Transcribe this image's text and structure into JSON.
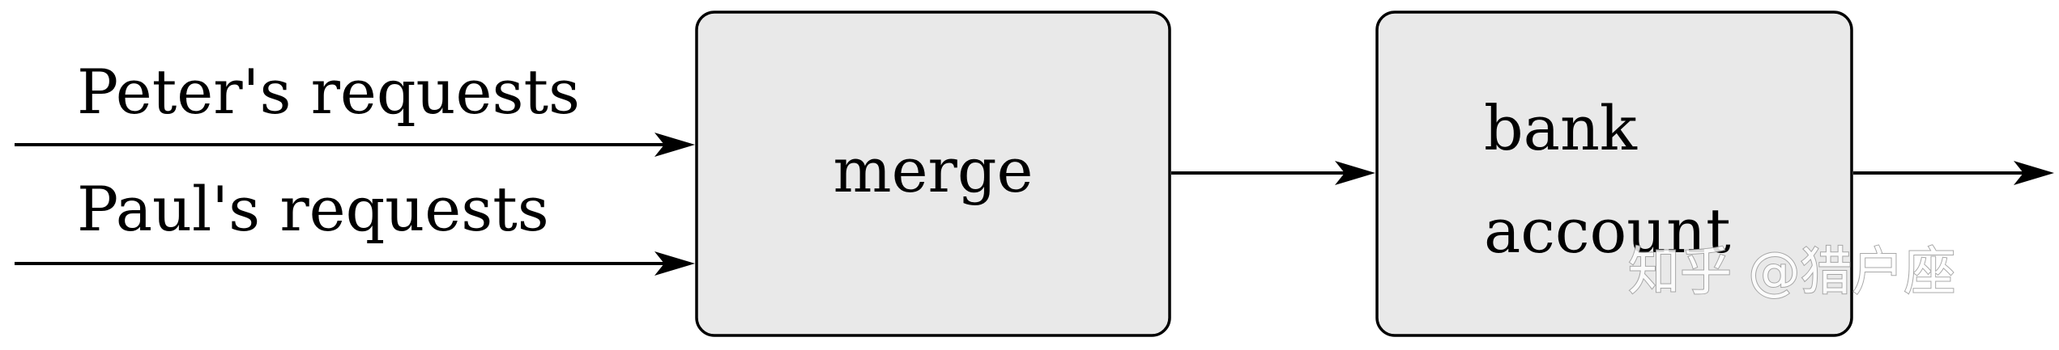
{
  "inputs": [
    {
      "label": "Peter's requests"
    },
    {
      "label": "Paul's requests"
    }
  ],
  "nodes": {
    "merge": {
      "label": "merge"
    },
    "bank_account": {
      "label_line1": "bank",
      "label_line2": "account"
    }
  },
  "watermark": {
    "text": "知乎 @猎户座"
  },
  "colors": {
    "box_fill": "#e9e9e9",
    "stroke": "#000000"
  }
}
